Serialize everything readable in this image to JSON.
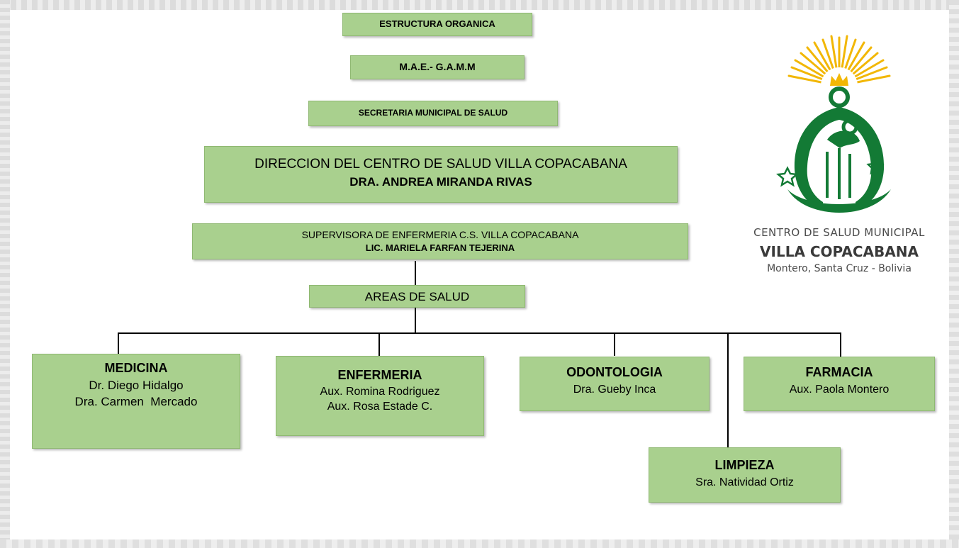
{
  "chart": {
    "title": "ESTRUCTURA ORGANICA",
    "mae": "M.A.E.- G.A.M.M",
    "secretaria": "SECRETARIA MUNICIPAL DE SALUD",
    "direccion": {
      "title": "DIRECCION DEL CENTRO DE SALUD VILLA COPACABANA",
      "name": "DRA. ANDREA MIRANDA RIVAS"
    },
    "supervisora": {
      "title": "SUPERVISORA DE ENFERMERIA C.S. VILLA COPACABANA",
      "name": "LIC. MARIELA FARFAN TEJERINA"
    },
    "areas": "AREAS DE SALUD",
    "departments": {
      "medicina": {
        "title": "MEDICINA",
        "members": [
          "Dr. Diego Hidalgo",
          "Dra. Carmen  Mercado"
        ]
      },
      "enfermeria": {
        "title": "ENFERMERIA",
        "members": [
          "Aux. Romina Rodriguez",
          "Aux. Rosa Estade C."
        ]
      },
      "odontologia": {
        "title": "ODONTOLOGIA",
        "members": [
          "Dra. Gueby Inca"
        ]
      },
      "farmacia": {
        "title": "FARMACIA",
        "members": [
          "Aux. Paola Montero"
        ]
      },
      "limpieza": {
        "title": "LIMPIEZA",
        "members": [
          "Sra. Natividad Ortiz"
        ]
      }
    }
  },
  "logo": {
    "line1": "CENTRO DE SALUD MUNICIPAL",
    "line2": "VILLA COPACABANA",
    "line3": "Montero, Santa Cruz - Bolivia",
    "icon": "virgin-mary-emblem-icon",
    "colors": {
      "green": "#137a35",
      "gold": "#f2b705",
      "text": "#4a4a4a"
    }
  },
  "colors": {
    "box_fill": "#a9d08e",
    "box_border": "#8fb872",
    "connector": "#000000"
  }
}
